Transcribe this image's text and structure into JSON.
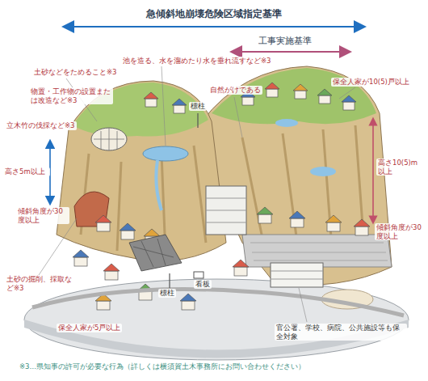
{
  "diagram": {
    "title": "急傾斜地崩壊危険区域指定基準",
    "labels": [
      "工事実施基準",
      "土砂などをためること※3",
      "池を造る、水を溜めたり水を垂れ流すなど※3",
      "物置・工作物の設置または改造など※3",
      "立木竹の伐採など※3",
      "自然がけである",
      "標柱",
      "保全人家が10(5)戸以上",
      "高さ5m以上",
      "高さ10(5)m以上",
      "傾斜角度が30度以上",
      "傾斜角度が30度以上",
      "土砂の掘削、採取など※3",
      "標柱",
      "看板",
      "保全人家が5戸以上",
      "官公署、学校、病院、公共施設等も保全対象",
      "※3…県知事の許可が必要な行為（詳しくは横須賀土木事務所にお問い合わせください）"
    ]
  }
}
